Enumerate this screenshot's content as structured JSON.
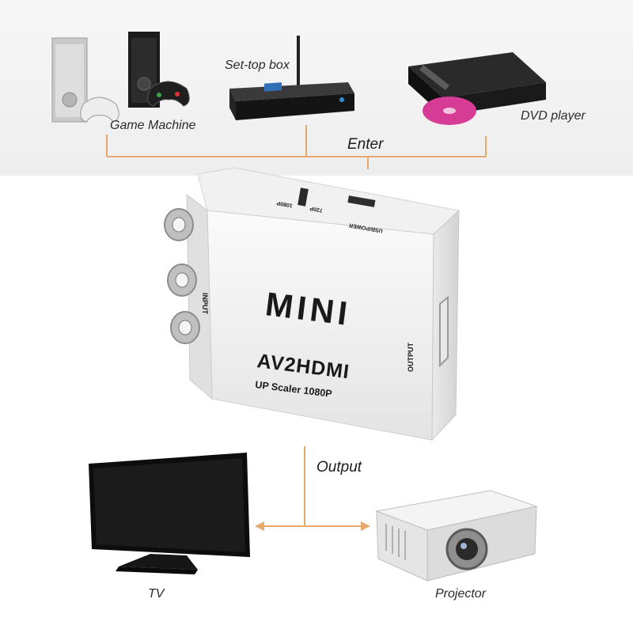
{
  "sources": [
    {
      "label": "Game Machine",
      "icon": "game-console-icon"
    },
    {
      "label": "Set-top box",
      "icon": "set-top-box-icon"
    },
    {
      "label": "DVD player",
      "icon": "dvd-player-icon"
    }
  ],
  "flow": {
    "enter": "Enter",
    "output": "Output"
  },
  "device": {
    "brand": "MINI",
    "model": "AV2HDMI",
    "subtitle": "UP Scaler 1080P",
    "input_label": "INPUT",
    "output_label": "OUTPUT",
    "port_label": "USB/POWER",
    "switch_720": "720P",
    "switch_1080": "1080P"
  },
  "outputs": [
    {
      "label": "TV",
      "icon": "tv-icon"
    },
    {
      "label": "Projector",
      "icon": "projector-icon"
    }
  ],
  "colors": {
    "connector_line": "#e7a86c",
    "device_body": "#f6f6f6",
    "text_dark": "#1a1a1a"
  }
}
